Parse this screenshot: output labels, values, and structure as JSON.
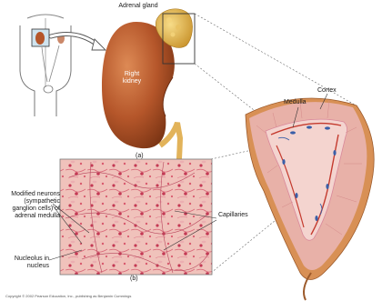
{
  "labels": {
    "adrenal_gland": "Adrenal gland",
    "right_kidney": "Right kidney",
    "panel_a": "(a)",
    "panel_b": "(b)",
    "medulla": "Medulla",
    "cortex": "Cortex",
    "modified_neurons": "Modified neurons (sympathetic ganglion cells) of adrenal medulla",
    "capillaries": "Capillaries",
    "nucleolus": "Nucleolus in nucleus"
  },
  "copyright": "Copyright © 2002 Pearson Education, Inc., publishing as Benjamin Cummings",
  "colors": {
    "kidney": "#b5562a",
    "adrenal": "#e0b44a",
    "cortex": "#e8b1a8",
    "medulla": "#f4d4cf",
    "vessel_blue": "#3a5fa8",
    "vessel_red": "#c43a2e",
    "tissue_bg": "#f0c2bb",
    "tissue_cell": "#d95a6e"
  }
}
